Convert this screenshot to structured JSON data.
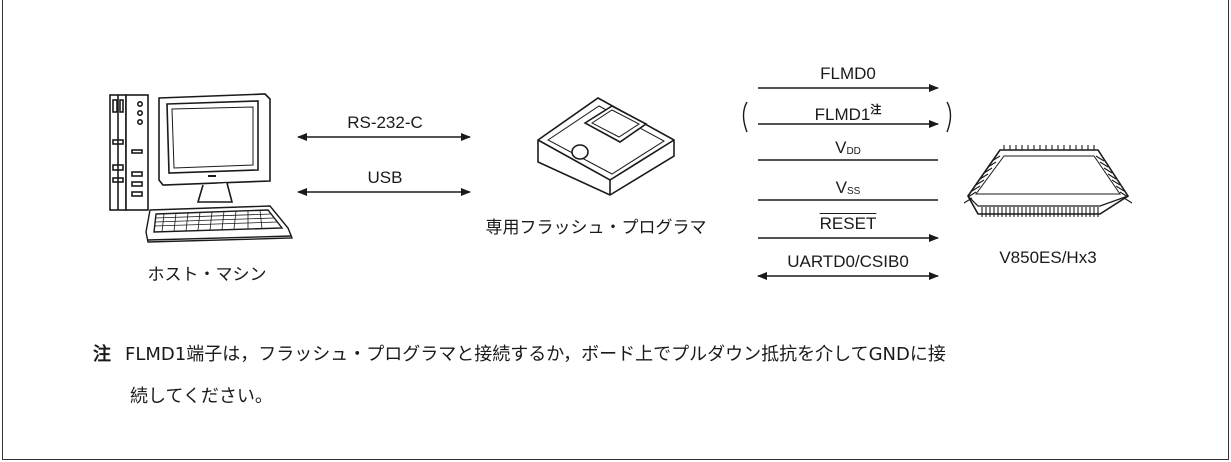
{
  "diagram": {
    "host_label": "ホスト・マシン",
    "programmer_label": "専用フラッシュ・プログラマ",
    "device_label": "V850ES/Hx3",
    "host_links": {
      "rs232": "RS-232-C",
      "usb": "USB"
    },
    "signals": {
      "flmd0": "FLMD0",
      "flmd1": "FLMD1",
      "flmd1_note_mark": "注",
      "vdd_base": "V",
      "vdd_sub": "DD",
      "vss_base": "V",
      "vss_sub": "SS",
      "reset": "RESET",
      "uart": "UARTD0/CSIB0"
    }
  },
  "note": {
    "mark": "注",
    "line1": "FLMD1端子は，フラッシュ・プログラマと接続するか，ボード上でプルダウン抵抗を介してGNDに接",
    "line2": "続してください。"
  }
}
